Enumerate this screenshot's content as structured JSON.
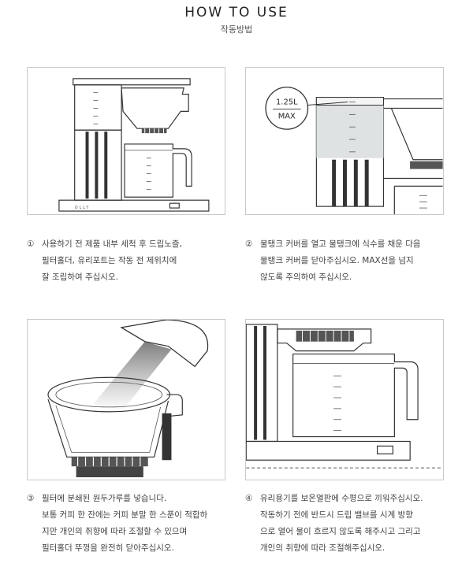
{
  "header": {
    "title": "HOW TO USE",
    "subtitle": "작동방법"
  },
  "illustrations": {
    "brand_mark": "OLLY",
    "max_label_volume": "1.25L",
    "max_label_text": "MAX"
  },
  "steps": [
    {
      "number": "①",
      "lines": [
        "사용하기 전 제품 내부 세척 후 드립노즐,",
        "필터홀더, 유리포트는 작동 전 제위치에",
        "잘 조립하여 주십시오."
      ]
    },
    {
      "number": "②",
      "lines": [
        "물탱크 커버를 열고 물탱크에 식수를 채운 다음",
        "물탱크 커버를 닫아주십시오. MAX선을 넘지",
        "않도록 주의하여 주십시오."
      ]
    },
    {
      "number": "③",
      "lines": [
        "필터에 분쇄된 원두가루를 넣습니다.",
        "보통 커피 한 잔에는 커피 분말 한 스푼이 적합하",
        "지만 개인의 취향에 따라 조절할 수 있으며",
        "필터홀더 뚜껑을 완전히 닫아주십시오."
      ]
    },
    {
      "number": "④",
      "lines": [
        "유리용기를 보온열판에 수평으로 끼워주십시오.",
        "작동하기 전에 반드시 드립 밸브를 시계 방향",
        "으로 열어 물이 흐르지 않도록 해주시고 그리고",
        "개인의 취향에 따라 조절해주십시오."
      ]
    }
  ]
}
